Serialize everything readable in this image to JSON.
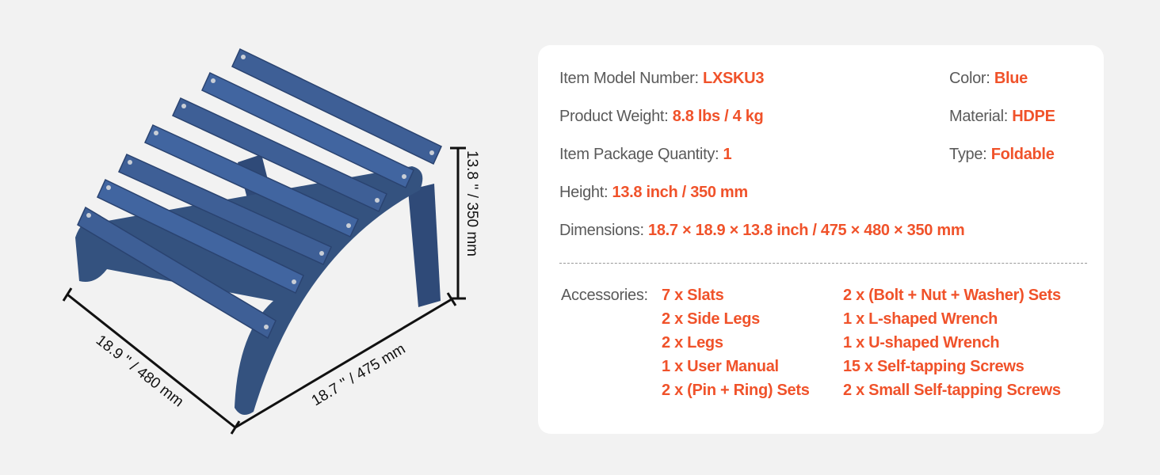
{
  "specs": {
    "model": {
      "label": "Item Model Number: ",
      "value": "LXSKU3"
    },
    "weight": {
      "label": "Product Weight: ",
      "value": "8.8 lbs / 4 kg"
    },
    "quantity": {
      "label": "Item Package Quantity: ",
      "value": "1"
    },
    "height": {
      "label": "Height: ",
      "value": "13.8 inch / 350 mm"
    },
    "dimensions": {
      "label": "Dimensions: ",
      "value": "18.7 × 18.9 × 13.8 inch / 475 × 480 × 350 mm"
    },
    "color": {
      "label": "Color: ",
      "value": "Blue"
    },
    "material": {
      "label": "Material: ",
      "value": "HDPE"
    },
    "type": {
      "label": "Type: ",
      "value": "Foldable"
    }
  },
  "accessories": {
    "label": "Accessories:",
    "col1": [
      "7 x Slats",
      "2 x Side Legs",
      "2 x Legs",
      "1 x User Manual",
      "2 x (Pin + Ring) Sets"
    ],
    "col2": [
      "2 x (Bolt + Nut + Washer) Sets",
      "1 x L-shaped Wrench",
      "1 x U-shaped Wrench",
      "15 x Self-tapping Screws",
      "2 x Small Self-tapping Screws"
    ]
  },
  "diagram": {
    "height_dim": "13.8 '' / 350 mm",
    "depth_dim": "18.9 '' / 480 mm",
    "width_dim": "18.7 '' / 475 mm"
  },
  "colors": {
    "accent": "#f0522a",
    "product": "#3b5a8c",
    "background": "#f2f2f2"
  }
}
